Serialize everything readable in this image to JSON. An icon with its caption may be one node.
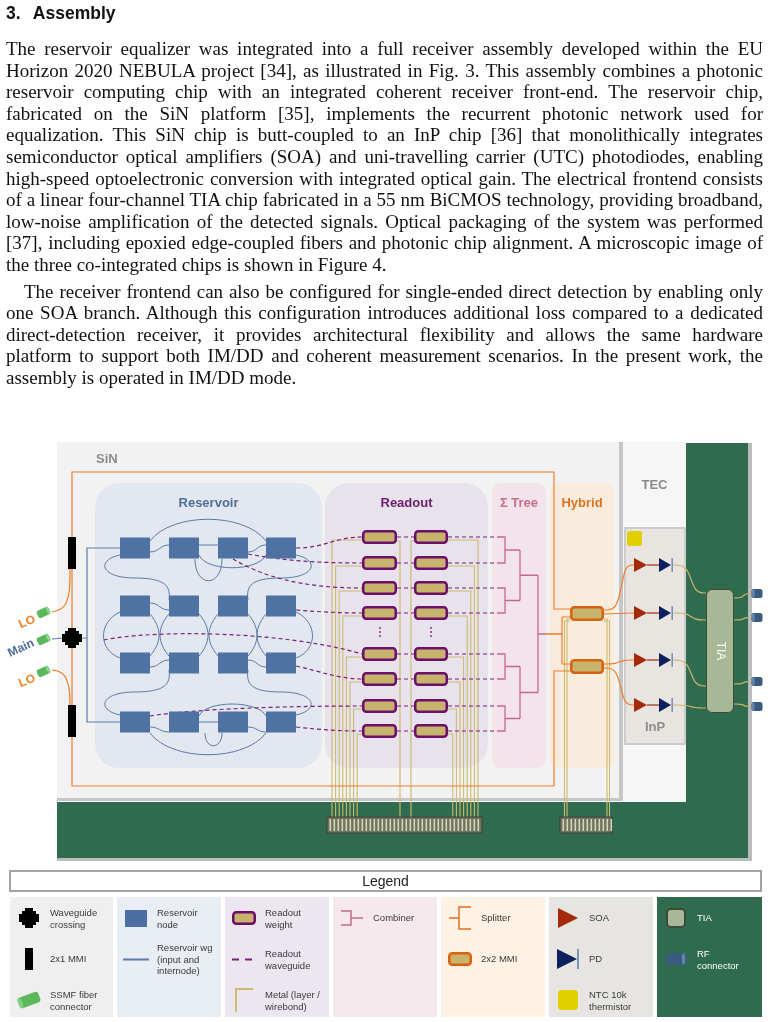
{
  "diagram": {
    "title": "3. Assembly",
    "nodes": [
      {
        "text": [
          "SiN"
        ]
      },
      {
        "text": [
          "Reservoir"
        ],
        "in": 0
      },
      {
        "text": [
          "Readout"
        ],
        "in": 0
      },
      {
        "text": [
          "Σ Tree"
        ],
        "in": 0
      },
      {
        "text": [
          "Hybrid"
        ],
        "in": 0
      },
      {
        "text": [
          "TEC"
        ]
      },
      {
        "text": [
          "InP"
        ],
        "in": 5
      },
      {
        "text": [
          "TIA"
        ]
      },
      {
        "text": [],
        "shape": "cylinder",
        "beside": [
          "LO"
        ]
      },
      {
        "text": [],
        "shape": "cylinder",
        "beside": [
          "Main"
        ]
      },
      {
        "text": [],
        "shape": "cylinder",
        "beside": [
          "LO"
        ]
      },
      {
        "text": [],
        "shape": "bar",
        "in": 0
      },
      {
        "text": [],
        "shape": "cross",
        "in": 0
      },
      {
        "text": [],
        "shape": "bar",
        "in": 0
      },
      {
        "text": [],
        "shape": "box",
        "in": 4
      },
      {
        "text": [],
        "shape": "box",
        "in": 4
      },
      {
        "text": [],
        "shape": "triangle",
        "in": 6
      },
      {
        "text": [],
        "shape": "triangle",
        "in": 6
      },
      {
        "text": [],
        "shape": "triangle",
        "in": 6
      },
      {
        "text": [],
        "shape": "triangle",
        "in": 6
      },
      {
        "text": [],
        "shape": "diode",
        "in": 6
      },
      {
        "text": [],
        "shape": "diode",
        "in": 6
      },
      {
        "text": [],
        "shape": "diode",
        "in": 6
      },
      {
        "text": [],
        "shape": "diode",
        "in": 6
      },
      {
        "text": [],
        "shape": "cylinder"
      },
      {
        "text": [],
        "shape": "cylinder"
      },
      {
        "text": [],
        "shape": "cylinder"
      },
      {
        "text": [],
        "shape": "cylinder"
      }
    ],
    "edges": [
      {
        "from": 8,
        "to": 11,
        "arrow": "none"
      },
      {
        "from": 9,
        "to": 12,
        "arrow": "none",
        "color": "#5a7aa8"
      },
      {
        "from": 10,
        "to": 13,
        "arrow": "none"
      },
      {
        "from": 11,
        "to": 12,
        "arrow": "none"
      },
      {
        "from": 12,
        "to": 13,
        "arrow": "none"
      },
      {
        "from": 12,
        "to": 1,
        "arrow": "none",
        "color": "#5a7aa8"
      },
      {
        "from": 11,
        "to": 14,
        "arrow": "none"
      },
      {
        "from": 13,
        "to": 15,
        "arrow": "none"
      },
      {
        "from": 3,
        "to": 14,
        "arrow": "none"
      },
      {
        "from": 3,
        "to": 15,
        "arrow": "none"
      },
      {
        "from": 14,
        "to": 16,
        "arrow": "none"
      },
      {
        "from": 14,
        "to": 17,
        "arrow": "none"
      },
      {
        "from": 15,
        "to": 18,
        "arrow": "none"
      },
      {
        "from": 15,
        "to": 19,
        "arrow": "none"
      },
      {
        "from": 16,
        "to": 20,
        "arrow": "none",
        "color": "#9c2a0c"
      },
      {
        "from": 17,
        "to": 21,
        "arrow": "none",
        "color": "#9c2a0c"
      },
      {
        "from": 18,
        "to": 22,
        "arrow": "none",
        "color": "#9c2a0c"
      },
      {
        "from": 19,
        "to": 23,
        "arrow": "none",
        "color": "#9c2a0c"
      },
      {
        "from": 20,
        "to": 7,
        "arrow": "none",
        "color": "#c9b46a"
      },
      {
        "from": 21,
        "to": 7,
        "arrow": "none",
        "color": "#c9b46a"
      },
      {
        "from": 22,
        "to": 7,
        "arrow": "none",
        "color": "#c9b46a"
      },
      {
        "from": 23,
        "to": 7,
        "arrow": "none",
        "color": "#c9b46a"
      },
      {
        "from": 7,
        "to": 24,
        "arrow": "none",
        "color": "#c9b46a"
      },
      {
        "from": 7,
        "to": 25,
        "arrow": "none",
        "color": "#c9b46a"
      },
      {
        "from": 7,
        "to": 26,
        "arrow": "none",
        "color": "#c9b46a"
      },
      {
        "from": 7,
        "to": 27,
        "arrow": "none",
        "color": "#c9b46a"
      }
    ],
    "labels": [
      "The reservoir equalizer was integrated into a full receiver assembly developed within the EU Horizon 2020 NEBULA project [34], as illustrated in Fig. 3. This assembly combines a photonic reservoir computing chip with an integrated coherent receiver front-end. The reservoir chip, fabricated on the SiN platform [35], implements the recurrent photonic network used for equalization. This SiN chip is butt-coupled to an InP chip [36] that monolithically integrates semiconductor optical amplifiers (SOA) and uni-travelling carrier (UTC) photodiodes, enabling high-speed optoelectronic conversion with integrated optical gain. The electrical frontend consists of a linear four-channel TIA chip fabricated in a 55 nm BiCMOS technology, providing broadband, low-noise amplification of the detected signals. Optical packaging of the system was performed [37], including epoxied edge-coupled fibers and photonic chip alignment. A microscopic image of the three co-integrated chips is shown in Figure 4.",
      "The receiver frontend can also be configured for single-ended direct detection by enabling only one SOA branch. Although this configuration introduces additional loss compared to a dedicated direct-detection receiver, it provides architectural flexibility and allows the same hardware platform to support both IM/DD and coherent measurement scenarios. In the present work, the assembly is operated in IM/DD mode.",
      "Legend"
    ],
    "legend": [
      {
        "text": "Waveguide crossing"
      },
      {
        "text": "2x1 MMI"
      },
      {
        "text": "SSMF fiber connector"
      },
      {
        "text": "Reservoir node",
        "color": "#4a6fa0"
      },
      {
        "text": "Reservoir wg (input and internode)"
      },
      {
        "text": "Readout weight"
      },
      {
        "text": "Readout waveguide"
      },
      {
        "text": "Metal (layer / wirebond)"
      },
      {
        "text": "Combiner"
      },
      {
        "text": "Splitter"
      },
      {
        "text": "2x2 MMI"
      },
      {
        "text": "SOA"
      },
      {
        "text": "PD"
      },
      {
        "text": "NTC 10k thermistor",
        "color": "#e2cf00"
      },
      {
        "text": "TIA"
      },
      {
        "text": "RF connector"
      }
    ]
  }
}
